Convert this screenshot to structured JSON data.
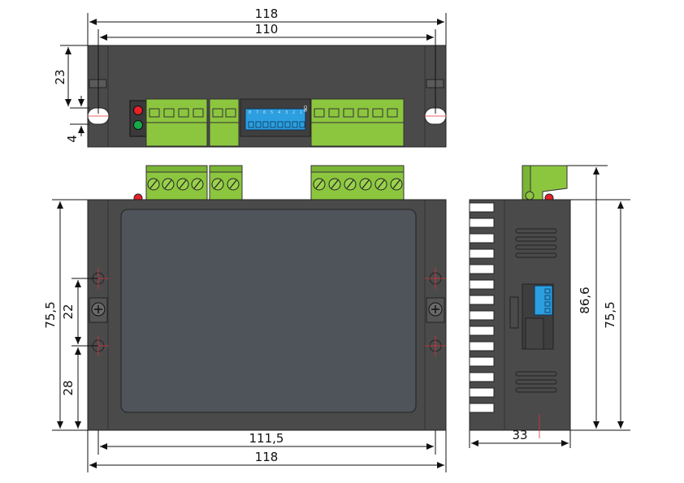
{
  "dimensions": {
    "top_overall_width": "118",
    "top_hole_spacing": "110",
    "top_height_23": "23",
    "top_slot_4": "4",
    "front_height": "75,5",
    "front_hole_spacing_22": "22",
    "front_hole_offset_28": "28",
    "front_hole_spacing_width": "111,5",
    "front_overall_width": "118",
    "side_total_height": "86,6",
    "side_body_height": "75,5",
    "side_depth": "33"
  },
  "labels": {
    "dip_on": "ON",
    "dip_numbers": [
      "1",
      "2",
      "3",
      "4",
      "5",
      "6",
      "7",
      "8"
    ]
  },
  "colors": {
    "housing": "#4a4a4a",
    "panel": "#4f545b",
    "terminal_green": "#8cc63f",
    "dip_blue": "#2b9fe0",
    "led_red": "#e8202a",
    "led_green": "#17a948",
    "centerline_red": "#e0323a"
  },
  "icons": {
    "screw": "cross-screw-icon",
    "terminal_screw": "slotted-screw-icon"
  }
}
